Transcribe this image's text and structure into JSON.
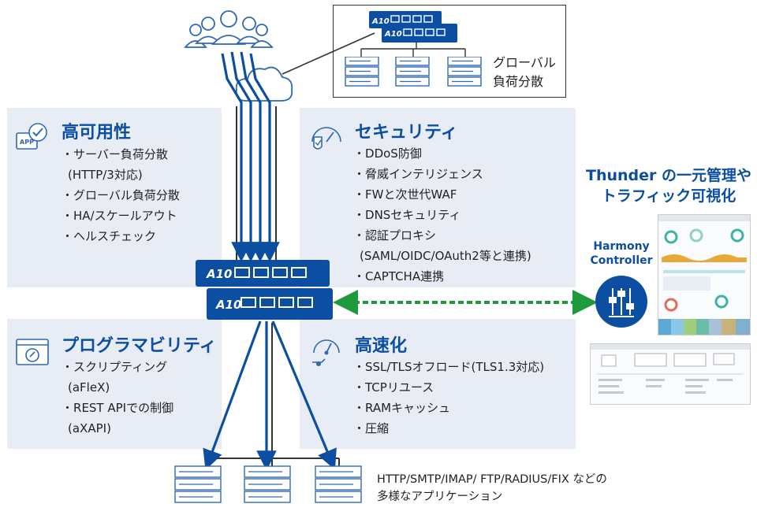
{
  "panels": {
    "ha": {
      "title": "高可用性",
      "items": [
        {
          "text": "サーバー負荷分散",
          "type": "bullet"
        },
        {
          "text": "HTTP/3対応",
          "type": "sub"
        },
        {
          "text": "グローバル負荷分散",
          "type": "bullet"
        },
        {
          "text": "HA/スケールアウト",
          "type": "bullet"
        },
        {
          "text": "ヘルスチェック",
          "type": "bullet"
        }
      ]
    },
    "security": {
      "title": "セキュリティ",
      "items": [
        {
          "text": "DDoS防御",
          "type": "bullet"
        },
        {
          "text": "脅威インテリジェンス",
          "type": "bullet"
        },
        {
          "text": "FWと次世代WAF",
          "type": "bullet"
        },
        {
          "text": "DNSセキュリティ",
          "type": "bullet"
        },
        {
          "text": "認証プロキシ",
          "type": "bullet"
        },
        {
          "text": "SAML/OIDC/OAuth2等と連携",
          "type": "sub"
        },
        {
          "text": "CAPTCHA連携",
          "type": "bullet"
        }
      ]
    },
    "programmability": {
      "title": "プログラマビリティ",
      "items": [
        {
          "text": "スクリプティング",
          "type": "bullet"
        },
        {
          "text": "aFleX",
          "type": "sub"
        },
        {
          "text": "REST APIでの制御",
          "type": "bullet"
        },
        {
          "text": "aXAPI",
          "type": "sub"
        }
      ]
    },
    "speed": {
      "title": "高速化",
      "items": [
        {
          "text": "SSL/TLSオフロード(TLS1.3対応)",
          "type": "bullet"
        },
        {
          "text": "TCPリユース",
          "type": "bullet"
        },
        {
          "text": "RAMキャッシュ",
          "type": "bullet"
        },
        {
          "text": "圧縮",
          "type": "bullet"
        }
      ]
    }
  },
  "glb": {
    "line1": "グローバル",
    "line2": "負荷分散"
  },
  "device_brand": "A10",
  "thunder": {
    "line1": "Thunder の一元管理や",
    "line2": "トラフィック可視化"
  },
  "harmony": {
    "line1": "Harmony",
    "line2": "Controller"
  },
  "apps": {
    "line1": "HTTP/SMTP/IMAP/ FTP/RADIUS/FIX などの",
    "line2": "多様なアプリケーション"
  },
  "colors": {
    "brand_blue": "#0b4ea2",
    "panel_bg": "#e8ecf4",
    "link_green": "#1e9a3c",
    "icon_blue": "#2f69b3"
  },
  "icons": [
    "users-icon",
    "cloud-icon",
    "app-check-icon",
    "shield-gauge-icon",
    "code-gear-icon",
    "speed-hand-icon",
    "sliders-icon",
    "server-icon"
  ]
}
